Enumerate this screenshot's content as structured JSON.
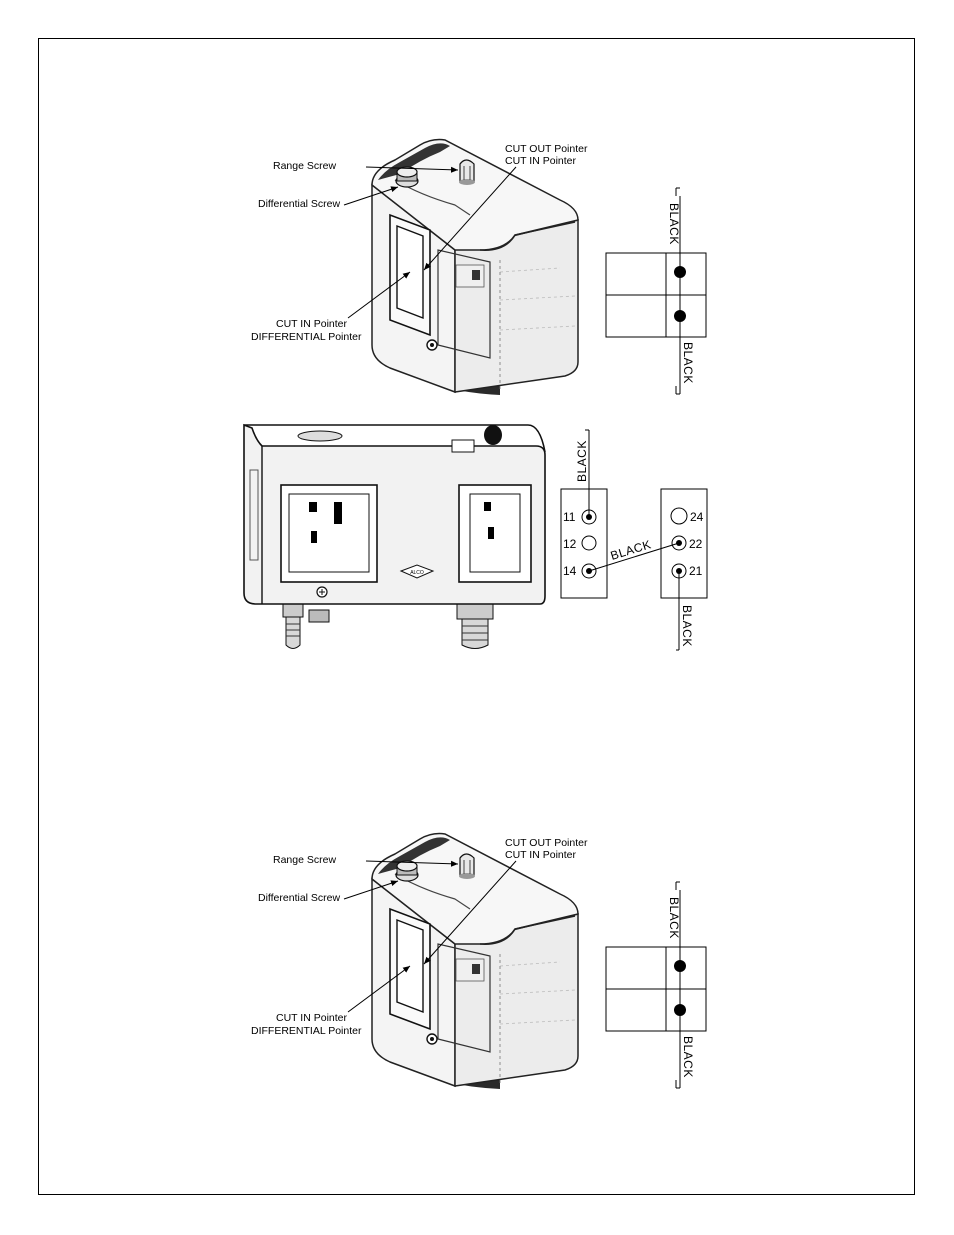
{
  "figure_top": {
    "labels": {
      "range_screw": "Range Screw",
      "differential_screw": "Differential Screw",
      "cut_out_pointer": "CUT OUT  Pointer",
      "cut_in_pointer_top": "CUT IN Pointer",
      "cut_in_pointer": "CUT IN Pointer",
      "differential_pointer": "DIFFERENTIAL Pointer"
    },
    "wiring": {
      "wire_top_label": "BLACK",
      "wire_bottom_label": "BLACK"
    }
  },
  "figure_middle": {
    "device_logo": "ALCO",
    "left_terminals": [
      "11",
      "12",
      "14"
    ],
    "right_terminals": [
      "24",
      "22",
      "21"
    ],
    "wire_left_label": "BLACK",
    "wire_jumper_label": "BLACK",
    "wire_right_label": "BLACK"
  },
  "figure_bottom": {
    "labels": {
      "range_screw": "Range Screw",
      "differential_screw": "Differential Screw",
      "cut_out_pointer": "CUT OUT  Pointer",
      "cut_in_pointer_top": "CUT IN Pointer",
      "cut_in_pointer": "CUT IN Pointer",
      "differential_pointer": "DIFFERENTIAL Pointer"
    },
    "wiring": {
      "wire_top_label": "BLACK",
      "wire_bottom_label": "BLACK"
    }
  }
}
